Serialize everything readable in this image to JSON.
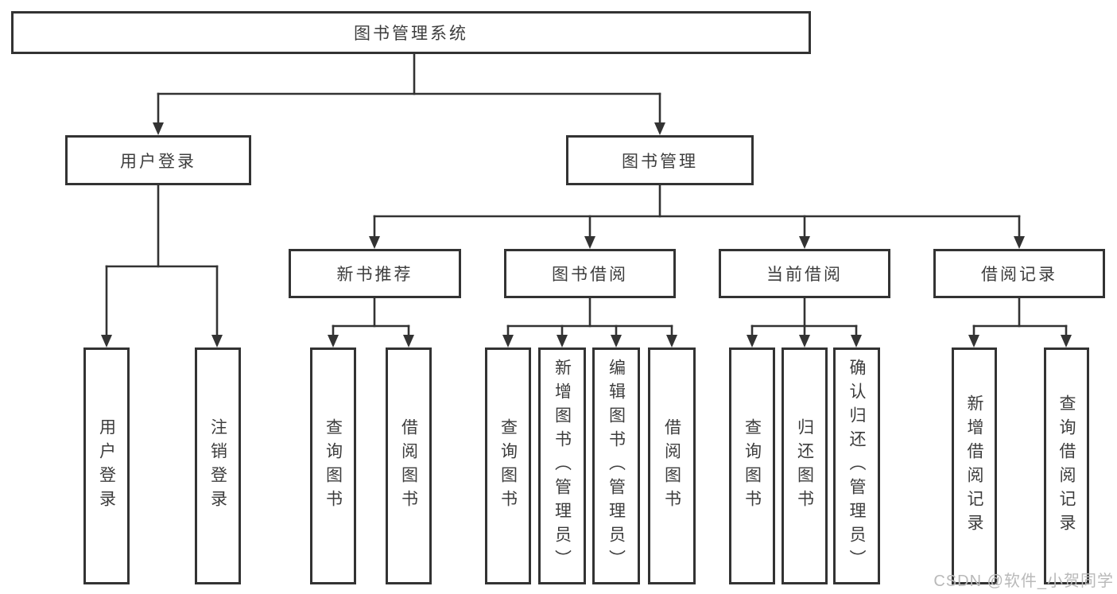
{
  "diagram": {
    "type": "tree",
    "title": "图书管理系统",
    "watermark": "CSDN @软件_小贺同学",
    "colors": {
      "line": "#333333",
      "box_border": "#333333",
      "text": "#3d3d3d",
      "background": "#ffffff",
      "watermark": "#b9b9b9"
    },
    "nodes": {
      "root": {
        "label": "图书管理系统",
        "children": [
          "用户登录",
          "图书管理"
        ]
      },
      "user_login": {
        "label": "用户登录",
        "children": [
          "用户登录",
          "注销登录"
        ]
      },
      "book_mgmt": {
        "label": "图书管理",
        "children": [
          "新书推荐",
          "图书借阅",
          "当前借阅",
          "借阅记录"
        ]
      },
      "new_book_rec": {
        "label": "新书推荐",
        "children": [
          "查询图书",
          "借阅图书"
        ]
      },
      "book_borrow": {
        "label": "图书借阅",
        "children": [
          "查询图书",
          "新增图书（管理员）",
          "编辑图书（管理员）",
          "借阅图书"
        ]
      },
      "current_borrow": {
        "label": "当前借阅",
        "children": [
          "查询图书",
          "归还图书",
          "确认归还（管理员）"
        ]
      },
      "borrow_record": {
        "label": "借阅记录",
        "children": [
          "新增借阅记录",
          "查询借阅记录"
        ]
      },
      "ul_login": {
        "label": "用户登录"
      },
      "ul_logout": {
        "label": "注销登录"
      },
      "nbr_query_book": {
        "label": "查询图书"
      },
      "nbr_borrow_book": {
        "label": "借阅图书"
      },
      "bb_query_book": {
        "label": "查询图书"
      },
      "bb_add_book": {
        "label": "新增图书（管理员）"
      },
      "bb_edit_book": {
        "label": "编辑图书（管理员）"
      },
      "bb_borrow_book": {
        "label": "借阅图书"
      },
      "cb_query_book": {
        "label": "查询图书"
      },
      "cb_return_book": {
        "label": "归还图书"
      },
      "cb_confirm_return": {
        "label": "确认归还（管理员）"
      },
      "br_add_record": {
        "label": "新增借阅记录"
      },
      "br_query_record": {
        "label": "查询借阅记录"
      }
    }
  }
}
